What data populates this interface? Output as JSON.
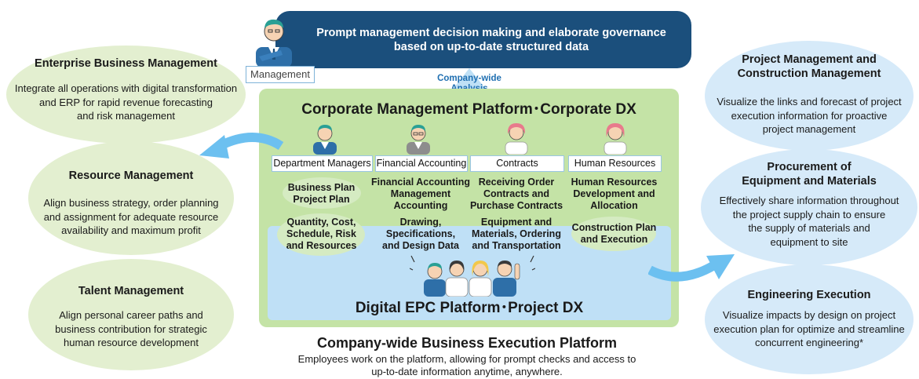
{
  "banner": {
    "text": "Prompt management decision making and elaborate governance\nbased on up-to-date structured data",
    "management_label": "Management"
  },
  "analysis_label": "Company-wide\nAnalysis",
  "left": [
    {
      "title": "Enterprise Business Management",
      "text": "Integrate all operations with digital transformation\nand ERP for rapid revenue forecasting\nand risk management"
    },
    {
      "title": "Resource Management",
      "text": "Align business strategy, order planning\nand assignment for adequate resource\navailability and maximum profit"
    },
    {
      "title": "Talent Management",
      "text": "Align personal career paths and\nbusiness contribution for strategic\nhuman resource development"
    }
  ],
  "right": [
    {
      "title": "Project Management and\nConstruction Management",
      "text": "Visualize the links and forecast of project\nexecution information for proactive\nproject management"
    },
    {
      "title": "Procurement of\nEquipment and Materials",
      "text": "Effectively share information throughout\nthe project supply chain to ensure\nthe supply of materials and\nequipment to site"
    },
    {
      "title": "Engineering Execution",
      "text": "Visualize impacts by design on project\nexecution plan for optimize and streamline\nconcurrent engineering*"
    }
  ],
  "platform": {
    "corporate_title": "Corporate Management Platform･Corporate DX",
    "project_title": "Digital EPC Platform･Project DX",
    "departments": [
      "Department Managers",
      "Financial Accounting",
      "Contracts",
      "Human Resources"
    ],
    "upper_cells": [
      "Business Plan\nProject Plan",
      "Financial Accounting\nManagement\nAccounting",
      "Receiving Order\nContracts and\nPurchase Contracts",
      "Human Resources\nDevelopment and\nAllocation"
    ],
    "lower_cells": [
      "Quantity, Cost,\nSchedule, Risk\nand Resources",
      "Drawing,\nSpecifications,\nand Design Data",
      "Equipment and\nMaterials, Ordering\nand Transportation",
      "Construction Plan\nand Execution"
    ]
  },
  "bottom": {
    "title": "Company-wide Business Execution Platform",
    "text": "Employees work on the platform, allowing for prompt checks and access to\nup-to-date information anytime, anywhere."
  },
  "colors": {
    "banner": "#1b4f7c",
    "platform_green": "#c4e3a6",
    "dx_blue": "#bfe0f6",
    "left_ellipse": "#e3efd0",
    "right_ellipse": "#d6eaf9",
    "arrow": "#6cc0f0",
    "analysis_text": "#1f6fb1"
  }
}
